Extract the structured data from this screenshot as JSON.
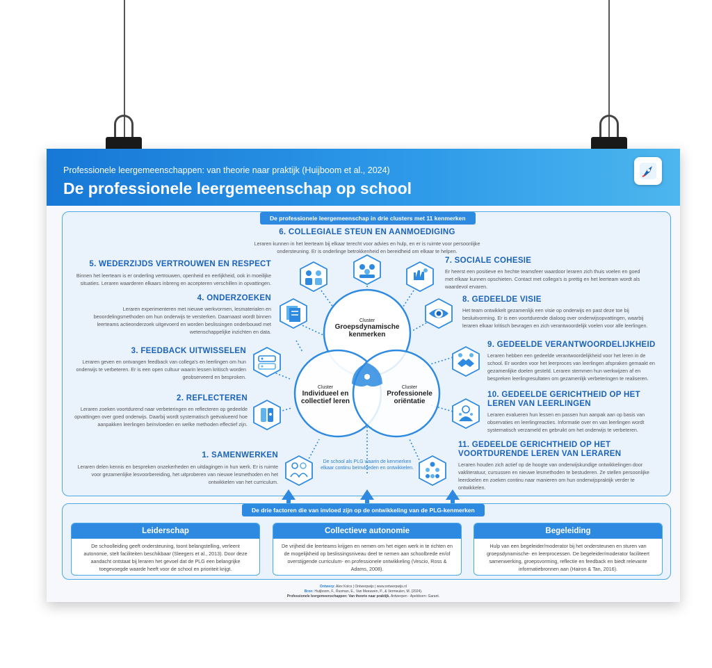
{
  "header": {
    "subtitle": "Professionele leergemeenschappen: van theorie naar praktijk (Huijboom et al., 2024)",
    "title": "De professionele leergemeenschap op school"
  },
  "top_pill": "De professionele leergemeenschap in drie clusters met 11 kenmerken",
  "features": {
    "f6": {
      "title": "6. COLLEGIALE STEUN EN AANMOEDIGING",
      "desc": "Leraren kunnen in het leerteam bij elkaar terecht voor advies en hulp, en er is ruimte voor persoonlijke ondersteuning. Er is onderlinge betrokkenheid en bereidheid om elkaar te helpen."
    },
    "f5": {
      "title": "5. WEDERZIJDS VERTROUWEN EN RESPECT",
      "desc": "Binnen het leerteam is er onderling vertrouwen, openheid en eerlijkheid, ook in moeilijke situaties. Leraren waarderen elkaars inbreng en accepteren verschillen in opvattingen."
    },
    "f4": {
      "title": "4. ONDERZOEKEN",
      "desc": "Leraren experimenteren met nieuwe werkvormen, lesmaterialen en beoordelingsmethoden om hun onderwijs te versterken. Daarnaast wordt binnen leerteams actieonderzoek uitgevoerd en worden beslissingen onderbouwd met wetenschappelijke inzichten en data."
    },
    "f3": {
      "title": "3. FEEDBACK UITWISSELEN",
      "desc": "Leraren geven en ontvangen feedback van collega's en leerlingen om hun onderwijs te verbeteren. Er is een open cultuur waarin lessen kritisch worden geobserveerd en besproken."
    },
    "f2": {
      "title": "2. REFLECTEREN",
      "desc": "Leraren zoeken voortdurend naar verbeteringen en reflecteren op gedeelde opvattingen over goed onderwijs. Daarbij wordt systematisch geëvalueerd hoe aanpakken leerlingen beïnvloeden en welke methoden effectief zijn."
    },
    "f1": {
      "title": "1. SAMENWERKEN",
      "desc": "Leraren delen kennis en bespreken onzekerheden en uitdagingen in hun werk. Er is ruimte voor gezamenlijke lesvoorbereiding, het uitproberen van nieuwe lesmethoden en het ontwikkelen van het curriculum."
    },
    "f7": {
      "title": "7. SOCIALE COHESIE",
      "desc": "Er heerst een positieve en hechte teamsfeer waardoor leraren zich thuis voelen en goed met elkaar kunnen opschieten. Contact met collega's is prettig en het leerteam wordt als waardevol ervaren."
    },
    "f8": {
      "title": "8. GEDEELDE VISIE",
      "desc": "Het team ontwikkelt gezamenlijk een visie op onderwijs en past deze toe bij besluitvorming. Er is een voortdurende dialoog over onderwijsopvattingen, waarbij leraren elkaar kritisch bevragen en zich verantwoordelijk voelen voor alle leerlingen."
    },
    "f9": {
      "title": "9. GEDEELDE VERANTWOORDELIJKHEID",
      "desc": "Leraren hebben een gedeelde verantwoordelijkheid voor het leren in de school. Er worden voor het leerproces van leerlingen afspraken gemaakt en gezamenlijke doelen gesteld. Leraren stemmen hun werkwijzen af en bespreken leerlingresultaten om gezamenlijk verbeteringen te realiseren."
    },
    "f10": {
      "title_1": "10. GEDEELDE GERICHTHEID OP HET",
      "title_2": "LEREN VAN LEERLINGEN",
      "desc": "Leraren evalueren hun lessen en passen hun aanpak aan op basis van observaties en leerlingreacties. Informatie over en van leerlingen wordt systematisch verzameld en gebruikt om het onderwijs te verbeteren."
    },
    "f11": {
      "title_1": "11. GEDEELDE GERICHTHEID OP HET",
      "title_2": "VOORTDURENDE LEREN VAN LERAREN",
      "desc": "Leraren houden zich actief op de hoogte van onderwijskundige ontwikkelingen door vakliteratuur, cursussen en nieuwe lesmethoden te bestuderen. Ze stellen persoonlijke leerdoelen en zoeken continu naar manieren om hun onderwijspraktijk verder te ontwikkelen."
    }
  },
  "clusters": {
    "top": {
      "small": "Cluster",
      "big_1": "Groepsdynamische",
      "big_2": "kenmerken"
    },
    "left": {
      "small": "Cluster",
      "big_1": "Individueel en",
      "big_2": "collectief leren"
    },
    "right": {
      "small": "Cluster",
      "big_1": "Professionele",
      "big_2": "oriëntatie"
    }
  },
  "center_note": "De school als PLG waarin de kenmerken elkaar continu beïnvloeden en ontwikkelen.",
  "bottom_pill": "De drie factoren die van invloed zijn op de ontwikkeling van de PLG-kenmerken",
  "factors": [
    {
      "title": "Leiderschap",
      "text": "De schoolleiding geeft ondersteuning, toont belangstelling, verleent autonomie, stelt faciliteiten beschikbaar (Sleegers et al., 2013). Door deze aandacht ontstaat bij leraren het gevoel dat de PLG een belangrijke toegevoegde waarde heeft voor de school en prioriteit krijgt."
    },
    {
      "title": "Collectieve autonomie",
      "text": "De vrijheid die leerteams krijgen en nemen om het eigen werk in te richten en de mogelijkheid op beslissingsniveau deel te nemen aan schoolbrede en/of overstijgende curriculum- en professionele ontwikkeling (Vescio, Ross & Adams, 2008)."
    },
    {
      "title": "Begeleiding",
      "text": "Hulp van een begeleider/moderator bij het ondersteunen en sturen van groepsdynamische- en leerprocessen. De begeleider/moderator faciliteert samenwerking, groepsvorming, reflectie en feedback en biedt relevante informatiebronnen aan (Hairon & Tan, 2016)."
    }
  ],
  "footer": {
    "design_label": "Ontwerp:",
    "design_text": "Alex Kolcs | Ontwerpwijs | www.ontwerpwijs.nl",
    "source_label": "Bron:",
    "source_text": "Huijboom, F., Rusman, E., Van Meeuwen, P., & Vermeulen, M. (2024).",
    "book_title": "Professionele leergemeenschappen: Van theorie naar praktijk.",
    "book_publisher": "Antwerpen - Apeldoorn: Garant."
  },
  "colors": {
    "primary": "#2d8ae0",
    "title_blue": "#1b63b8",
    "panel": "#eaf2fc",
    "border": "#4aa8e6"
  },
  "icons": [
    "support-icon",
    "trust-icon",
    "research-icon",
    "feedback-icon",
    "reflect-icon",
    "collaborate-icon",
    "cohesion-icon",
    "vision-eye-icon",
    "responsibility-icon",
    "student-learning-icon",
    "teacher-learning-icon"
  ]
}
